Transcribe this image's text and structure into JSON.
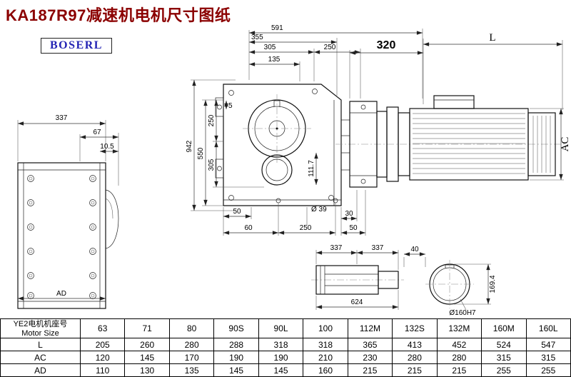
{
  "page": {
    "title": "KA187R97减速机电机尺寸图纸",
    "logo": "BOSERL",
    "colors": {
      "title": "#8b0000",
      "logo_text": "#2424b4",
      "line": "#111111"
    }
  },
  "dims": {
    "side": {
      "w337": "337",
      "w67": "67",
      "w105": "10.5",
      "ad": "AD"
    },
    "main": {
      "top591": "591",
      "top355": "355",
      "top305": "305",
      "top250": "250",
      "top135": "135",
      "left5": "5",
      "left250": "250",
      "left305": "305",
      "left550": "550",
      "left942": "942",
      "mid1117": "111.7",
      "bot50": "50",
      "bot60": "60",
      "bot250": "250",
      "dia39": "Ø 39",
      "bot30": "30",
      "bot50b": "50"
    },
    "motor": {
      "d320": "320",
      "L": "L",
      "AC": "AC"
    },
    "shaft": {
      "a337": "337",
      "b337": "337",
      "len624": "624"
    },
    "bore": {
      "d40": "40",
      "d1694": "169.4",
      "dia160": "Ø160H7"
    }
  },
  "table": {
    "header_cn": "YE2电机机座号",
    "header_en": "Motor Size",
    "sizes": [
      "63",
      "71",
      "80",
      "90S",
      "90L",
      "100",
      "112M",
      "132S",
      "132M",
      "160M",
      "160L"
    ],
    "rows": [
      {
        "label": "L",
        "values": [
          "205",
          "260",
          "280",
          "288",
          "318",
          "318",
          "365",
          "413",
          "452",
          "524",
          "547"
        ]
      },
      {
        "label": "AC",
        "values": [
          "120",
          "145",
          "170",
          "190",
          "190",
          "210",
          "230",
          "280",
          "280",
          "315",
          "315"
        ]
      },
      {
        "label": "AD",
        "values": [
          "110",
          "130",
          "135",
          "145",
          "145",
          "160",
          "215",
          "215",
          "215",
          "255",
          "255"
        ]
      }
    ]
  }
}
